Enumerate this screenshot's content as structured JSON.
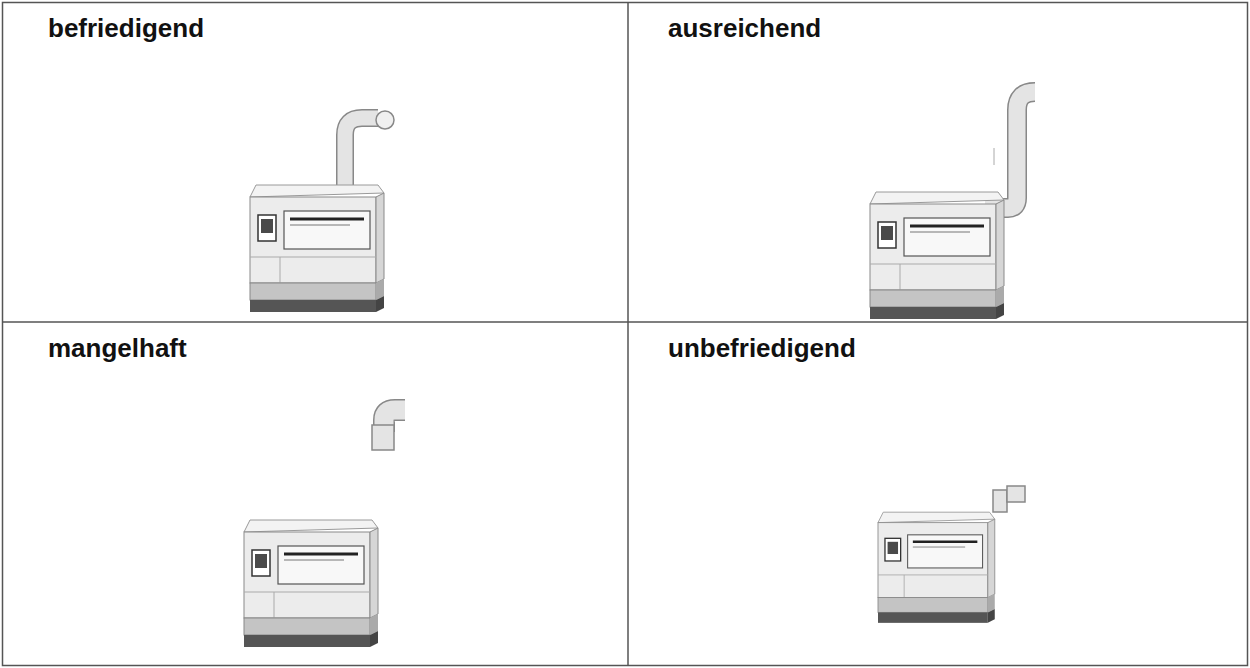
{
  "diagram": {
    "labels": [
      "befriedigend",
      "ausreichend",
      "mangelhaft",
      "unbefriedigend"
    ]
  }
}
